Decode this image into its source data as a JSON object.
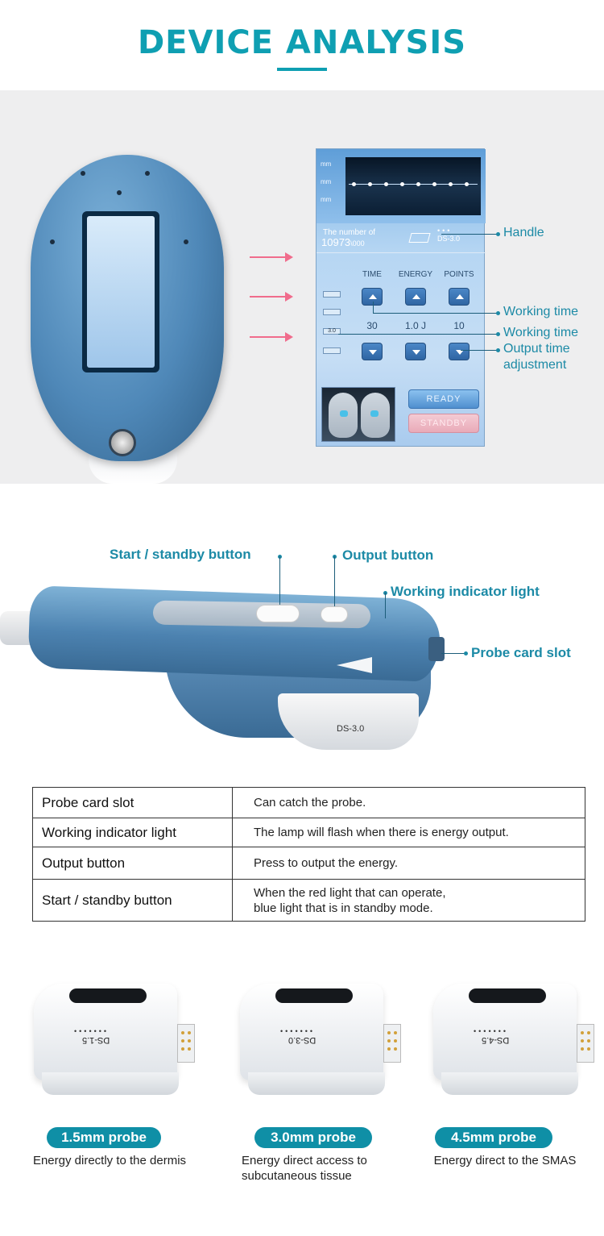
{
  "header": {
    "title": "DEVICE ANALYSIS"
  },
  "screen": {
    "mm_labels": [
      "mm",
      "mm",
      "mm"
    ],
    "count_label": "The number of",
    "count_value": "10973",
    "count_total": "\\000",
    "probe_name": "DS-3.0",
    "columns": [
      {
        "label": "TIME",
        "value": "30"
      },
      {
        "label": "ENERGY",
        "value": "1.0 J"
      },
      {
        "label": "POINTS",
        "value": "10"
      }
    ],
    "side_badge": "3.0",
    "ready": "READY",
    "standby": "STANDBY"
  },
  "screen_callouts": [
    "Handle",
    "Working time",
    "Working time",
    "Output time",
    "adjustment"
  ],
  "handpiece": {
    "start_standby": "Start / standby button",
    "output": "Output button",
    "indicator": "Working indicator light",
    "probe_slot": "Probe card slot",
    "cartridge_label": "DS-3.0"
  },
  "spec_table": [
    {
      "name": "Probe card slot",
      "desc": [
        "Can catch the probe."
      ]
    },
    {
      "name": "Working indicator light",
      "desc": [
        "The lamp will flash when there is energy output."
      ]
    },
    {
      "name": "Output button",
      "desc": [
        "Press to output the energy."
      ]
    },
    {
      "name": "Start / standby button",
      "desc": [
        "When the red light that can operate,",
        "blue light that is in standby mode."
      ]
    }
  ],
  "probes": [
    {
      "label": "DS-1.5",
      "title": "1.5mm probe",
      "desc": [
        "Energy directly to the dermis"
      ]
    },
    {
      "label": "DS-3.0",
      "title": "3.0mm probe",
      "desc": [
        "Energy direct access to",
        "subcutaneous tissue"
      ]
    },
    {
      "label": "DS-4.5",
      "title": "4.5mm probe",
      "desc": [
        "Energy direct to the SMAS"
      ]
    }
  ],
  "colors": {
    "accent": "#0f9fb2",
    "arrow": "#f06c8c",
    "pill": "#0f8fa6"
  }
}
